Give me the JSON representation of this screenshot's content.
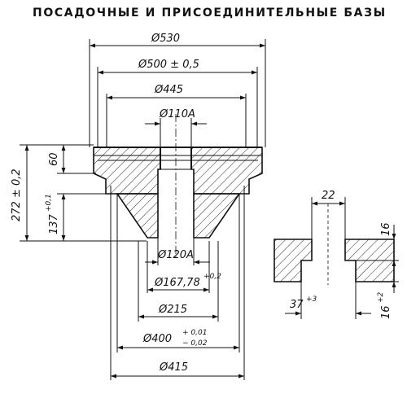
{
  "title": "ПОСАДОЧНЫЕ И ПРИСОЕДИНИТЕЛЬНЫЕ БАЗЫ",
  "dimensions": {
    "d530": "Ø530",
    "d500": "Ø500 ± 0,5",
    "d445": "Ø445",
    "d110": "Ø110A",
    "d120": "Ø120A",
    "d167_main": "Ø167,78",
    "d167_tol": "+0,2",
    "d215": "Ø215",
    "d400_main": "Ø400",
    "d400_tol_upper": "+ 0,01",
    "d400_tol_lower": "− 0,02",
    "d415": "Ø415",
    "h272": "272 ± 0,2",
    "h60": "60",
    "h137": "137",
    "h137_tol": "+0,1",
    "slot_width": "22",
    "slot_depth": "16",
    "slot_bottom_width": "37",
    "slot_bottom_tol": "+3",
    "slot_total": "16",
    "slot_total_tol": "+2"
  }
}
